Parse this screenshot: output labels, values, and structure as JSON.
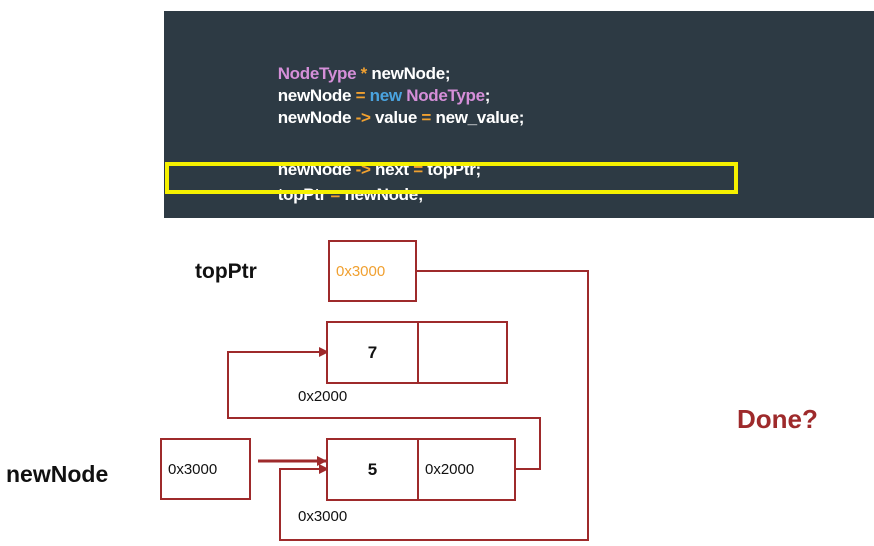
{
  "code": {
    "line1": {
      "type": "NodeType",
      "star": " * ",
      "rest": "newNode;"
    },
    "line2": {
      "lhs": "newNode ",
      "eq": "=",
      "kw": " new ",
      "type": "NodeType",
      "end": ";"
    },
    "line3": {
      "lhs": "newNode ",
      "arrow": "->",
      "mid": " value ",
      "eq": "=",
      "rest": " new_value;"
    },
    "line4": {
      "lhs": "newNode ",
      "arrow": "->",
      "mid": " next ",
      "eq": "=",
      "rest": " topPtr;"
    },
    "line5": {
      "lhs": "topPtr ",
      "eq": "=",
      "rest": " newNode;"
    }
  },
  "diagram": {
    "topPtr_label": "topPtr",
    "topPtr_value": "0x3000",
    "node7_value": "7",
    "node7_next": "",
    "node7_addr": "0x2000",
    "newNode_label": "newNode",
    "newNode_value": "0x3000",
    "node5_value": "5",
    "node5_next": "0x2000",
    "node5_addr": "0x3000",
    "done_text": "Done?"
  },
  "colors": {
    "panel": "#2d3a44",
    "keyword_type": "#d58fd9",
    "operator": "#f0a030",
    "keyword_new": "#4aa3df",
    "highlight": "#f5f000",
    "diagram_stroke": "#9e2a2b"
  }
}
